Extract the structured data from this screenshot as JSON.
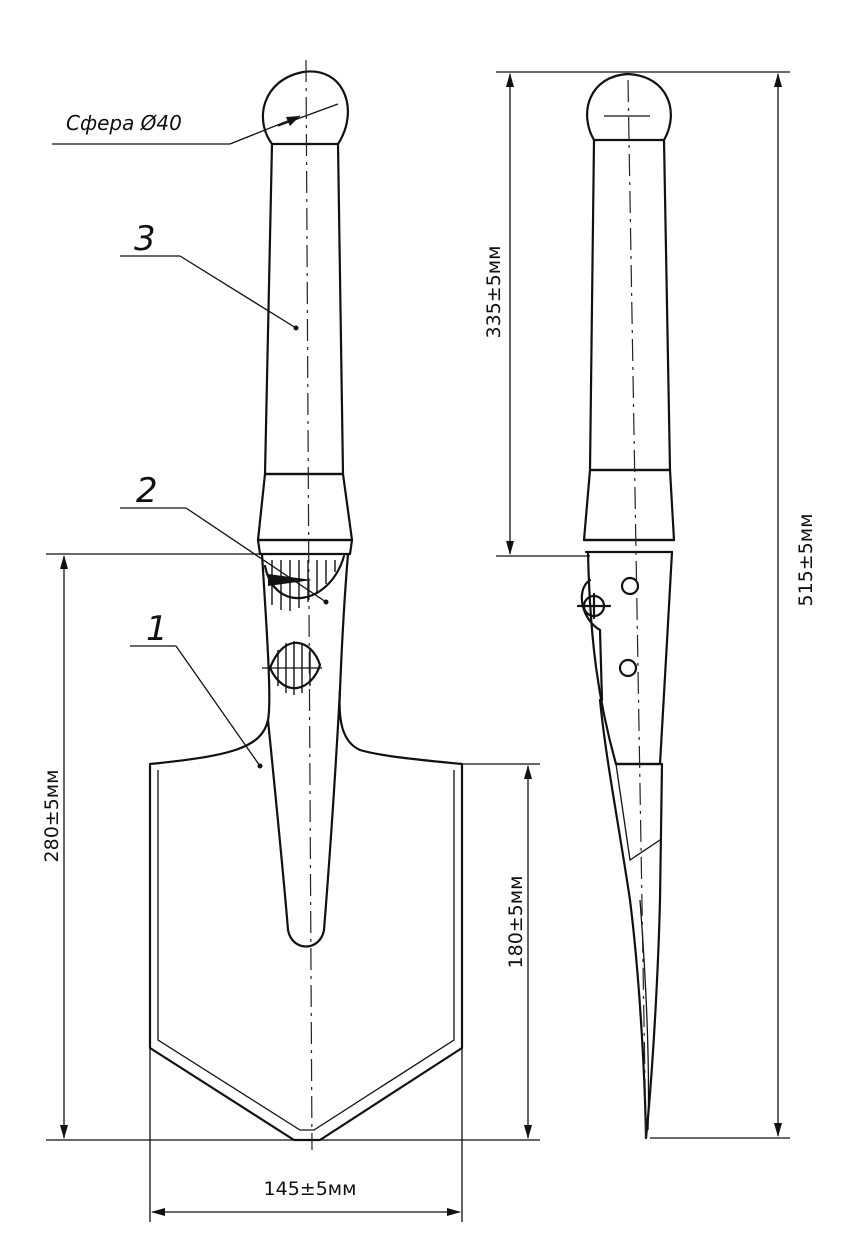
{
  "labels": {
    "sphere": "Сфера Ø40",
    "part_1": "1",
    "part_2": "2",
    "part_3": "3"
  },
  "dimensions": {
    "handle_length": "335±5мм",
    "total_length": "515±5мм",
    "blade_length": "280±5мм",
    "blade_face_length": "180±5мм",
    "blade_width": "145±5мм"
  }
}
